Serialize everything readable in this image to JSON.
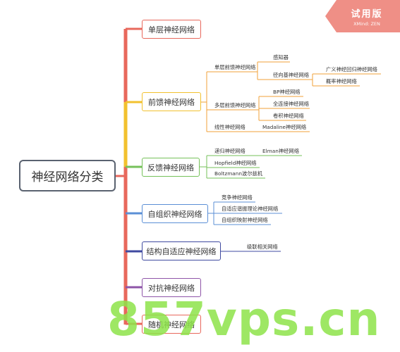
{
  "trial_badge": {
    "title": "试用版",
    "subtitle": "XMind: ZEN"
  },
  "watermark": "857vps.cn",
  "colors": {
    "red": "#e8685c",
    "orange": "#f0a23a",
    "yellow": "#f2c12e",
    "green": "#76c15a",
    "blue": "#5b8fd6",
    "navy": "#3f4aa0",
    "purple": "#8e55a8",
    "root_border": "#5a6270"
  },
  "root": {
    "label": "神经网络分类"
  },
  "branches": [
    {
      "label": "单层神经网络"
    },
    {
      "label": "前馈神经网络",
      "children": [
        {
          "label": "单层前馈神经网络",
          "children": [
            {
              "label": "感知器"
            },
            {
              "label": "径向基神经网络",
              "children": [
                {
                  "label": "广义神经回归神经网络"
                },
                {
                  "label": "概率神经网络"
                }
              ]
            }
          ]
        },
        {
          "label": "多层前馈神经网络",
          "children": [
            {
              "label": "BP神经网络"
            },
            {
              "label": "全连接神经网络"
            },
            {
              "label": "卷积神经网络"
            }
          ]
        },
        {
          "label": "线性神经网络",
          "children": [
            {
              "label": "Madaline神经网络"
            }
          ]
        }
      ]
    },
    {
      "label": "反馈神经网络",
      "children": [
        {
          "label": "递归神经网络",
          "children": [
            {
              "label": "Elman神经网络"
            }
          ]
        },
        {
          "label": "Hopfield神经网络"
        },
        {
          "label": "Boltzmann波尔兹机"
        }
      ]
    },
    {
      "label": "自组织神经网络",
      "children": [
        {
          "label": "竞争神经网络"
        },
        {
          "label": "自适应谐振理论神经网络"
        },
        {
          "label": "自组织映射神经网络"
        }
      ]
    },
    {
      "label": "结构自适应神经网络",
      "children": [
        {
          "label": "级联相关网络"
        }
      ]
    },
    {
      "label": "对抗神经网络"
    },
    {
      "label": "随机神经网络"
    }
  ]
}
